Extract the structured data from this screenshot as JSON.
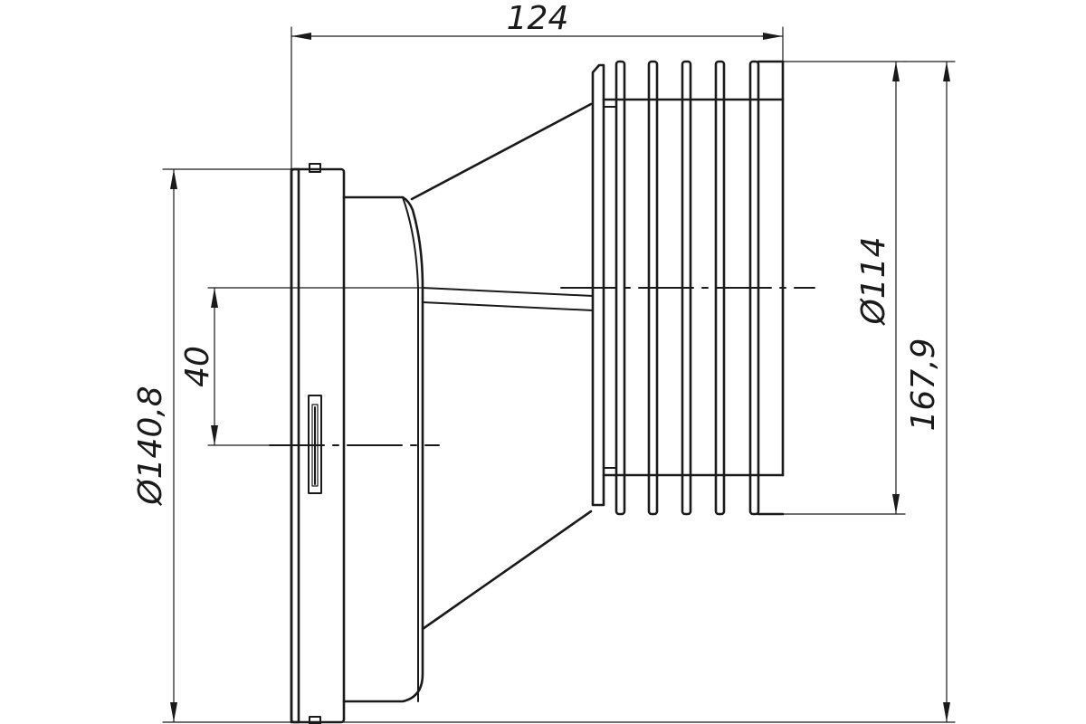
{
  "drawing": {
    "dimensions": {
      "overall_length": "124",
      "inlet_diameter": "Ø140,8",
      "offset": "40",
      "outlet_diameter": "Ø114",
      "outlet_height": "167,9"
    }
  }
}
